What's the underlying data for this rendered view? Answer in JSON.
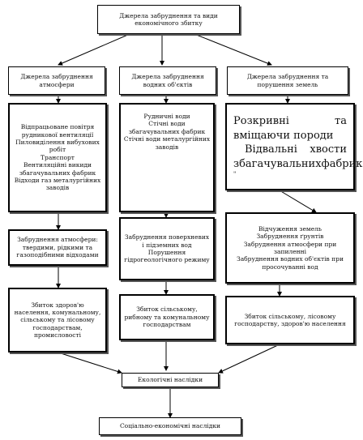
{
  "top": "Джерела забруднення та види економічного збитку",
  "col_headers": [
    "Джерела забруднення атмосфери",
    "Джерела забруднення водних об'єктів",
    "Джерела забруднення та порушення земель"
  ],
  "sources": {
    "atmosphere": [
      "Відпрацьоване повітря рудникової вентиляції",
      "Пиловиділення вибухових робіт",
      "Транспорт",
      "Вентиляційні викиди збагачувальних фабрик",
      "Відходи газ металургійних заводів"
    ],
    "water": [
      "Рудничні води",
      "Стічні води збагачувальних фабрик",
      "Стічні води металургійних заводів"
    ],
    "land": {
      "line1a": "Розкривні",
      "line1b": "та",
      "line2": "вміщаючи породи",
      "line3a": "Відвальні",
      "line3b": "хвости",
      "line4a": "збагачувальних",
      "line4b": "фабрик",
      "mark": "\""
    }
  },
  "pollution": [
    "Забруднення атмосфери: твердими, рідкими та газоподібними відходами",
    "Забруднення поверхневих і підземних вод Порушення гідрогеологічного режиму",
    [
      "Відчуження земель",
      "Забруднення ґрунтів",
      "Забруднення атмосфери при запиленні",
      "Забруднення водних об'єктів при просочуванні вод"
    ]
  ],
  "damage": [
    "Збиток здоров'ю населення, комунальному, сільському та лісовому господарствам, промисловості",
    "Збиток сільському, рибному та комунальному господарствам",
    "Збиток сільському, лісовому господарству, здоров'ю населення"
  ],
  "eco": "Екологічні наслідки",
  "socio": "Соціально-економічні наслідки"
}
